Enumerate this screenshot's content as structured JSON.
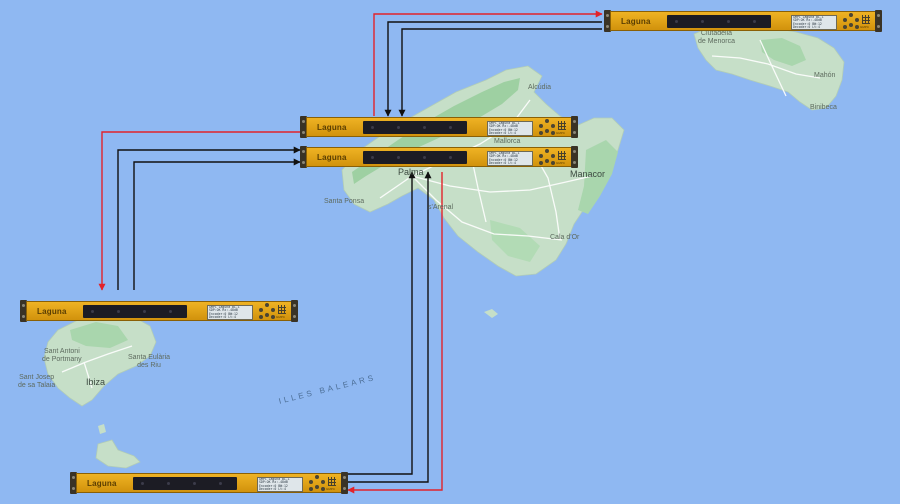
{
  "colors": {
    "sea": "#8fb8f2",
    "land": "#c6dfc8",
    "highland": "#9ed0a2",
    "road": "#ffffff",
    "rack_gold": "#e3a51a",
    "link_forward": "#e2232b",
    "link_return": "#111111"
  },
  "map": {
    "labels": {
      "ciutadella_menorca": "Ciutadella\nde Menorca",
      "mahon": "Mahón",
      "binibeca": "Binibeca",
      "alcudia": "Alcúdia",
      "mallorca": "Mallorca",
      "palma": "Palma",
      "manacor": "Manacor",
      "santa_ponsa": "Santa Ponsa",
      "arenal": "s'Arenal",
      "cala_dor": "Cala d'Or",
      "sant_antoni": "Sant Antoni\nde Portmany",
      "santa_eularia": "Santa Eulària\ndes Riu",
      "sant_josep": "Sant Josep\nde sa Talaia",
      "ibiza": "Ibiza",
      "sea_label": "ILLES BALEARS"
    }
  },
  "rack_units": [
    {
      "name": "menorca",
      "brand": "Laguna",
      "lcd": [
        "GMPC Laguna BL-1",
        "SDP:OK Rx:-48dB",
        "Encoder:0 BW:12",
        "Decoder:0 Lt:4"
      ],
      "model": "GMPC"
    },
    {
      "name": "palma_upper",
      "brand": "Laguna",
      "lcd": [
        "GMPC Laguna BL-1",
        "SDP:OK Rx:-48dB",
        "Encoder:0 BW:12",
        "Decoder:0 Lt:4"
      ],
      "model": "GMPC"
    },
    {
      "name": "palma_lower",
      "brand": "Laguna",
      "lcd": [
        "GMPC Laguna BL-1",
        "SDP:OK Rx:-48dB",
        "Encoder:0 BW:12",
        "Decoder:0 Lt:4"
      ],
      "model": "GMPC"
    },
    {
      "name": "ibiza",
      "brand": "Laguna",
      "lcd": [
        "GMPC Laguna BL-1",
        "SDP:OK Rx:-48dB",
        "Encoder:0 BW:12",
        "Decoder:0 Lt:4"
      ],
      "model": "GMPC"
    },
    {
      "name": "formentera",
      "brand": "Laguna",
      "lcd": [
        "GMPC Laguna BL-1",
        "SDP:OK Rx:-48dB",
        "Encoder:0 BW:12",
        "Decoder:0 Lt:4"
      ],
      "model": "GMPC"
    }
  ],
  "links": [
    {
      "name": "palma-to-menorca",
      "color": "red"
    },
    {
      "name": "menorca-to-palma-a",
      "color": "black"
    },
    {
      "name": "menorca-to-palma-b",
      "color": "black"
    },
    {
      "name": "palma-to-ibiza",
      "color": "red"
    },
    {
      "name": "ibiza-to-palma-a",
      "color": "black"
    },
    {
      "name": "ibiza-to-palma-b",
      "color": "black"
    },
    {
      "name": "formentera-to-palma-a",
      "color": "black"
    },
    {
      "name": "formentera-to-palma-b",
      "color": "black"
    },
    {
      "name": "palma-to-formentera",
      "color": "red"
    }
  ]
}
